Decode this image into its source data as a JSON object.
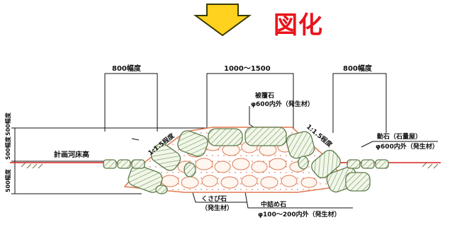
{
  "heading": "図化",
  "arrow_color": "#ffd21f",
  "arrow_outline": "#3a3a00",
  "heading_color": "#e8141c",
  "labels": {
    "width_left": "800幅度",
    "width_center": "1000～1500",
    "width_right": "800幅度",
    "slope_left": "1:1.5程度",
    "slope_right": "1:1.5程度",
    "cover_stone_1": "被覆石",
    "cover_stone_2": "φ600内外（発生材）",
    "boulder_1": "動石（石量屋）",
    "boulder_2": "φ600内外（発生材）",
    "riverbed": "計画河床高",
    "height_upper": "500幅度",
    "height_upper_2": "500幅度",
    "height_lower": "500幅度",
    "wedge_1": "くさび石",
    "wedge_2": "（発生材）",
    "fill_1": "中詰め石",
    "fill_2": "φ100～200内外（発生材）"
  }
}
